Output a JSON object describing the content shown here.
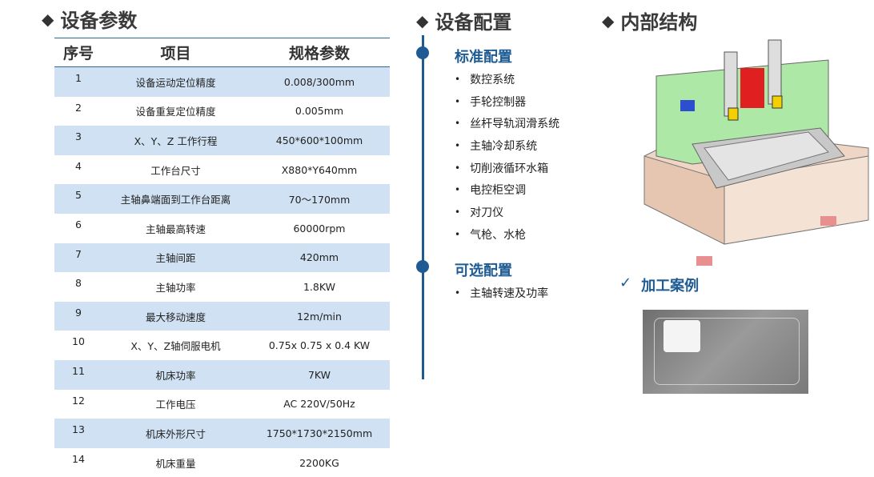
{
  "params": {
    "title": "设备参数",
    "headers": [
      "序号",
      "项目",
      "规格参数"
    ],
    "rows": [
      [
        "1",
        "设备运动定位精度",
        "0.008/300mm"
      ],
      [
        "2",
        "设备重复定位精度",
        "0.005mm"
      ],
      [
        "3",
        "X、Y、Z 工作行程",
        "450*600*100mm"
      ],
      [
        "4",
        "工作台尺寸",
        "X880*Y640mm"
      ],
      [
        "5",
        "主轴鼻端面到工作台距离",
        "70～170mm"
      ],
      [
        "6",
        "主轴最高转速",
        "60000rpm"
      ],
      [
        "7",
        "主轴间距",
        "420mm"
      ],
      [
        "8",
        "主轴功率",
        "1.8KW"
      ],
      [
        "9",
        "最大移动速度",
        "12m/min"
      ],
      [
        "10",
        "X、Y、Z轴伺服电机",
        "0.75x 0.75 x 0.4 KW"
      ],
      [
        "11",
        "机床功率",
        "7KW"
      ],
      [
        "12",
        "工作电压",
        "AC 220V/50Hz"
      ],
      [
        "13",
        "机床外形尺寸",
        "1750*1730*2150mm"
      ],
      [
        "14",
        "机床重量",
        "2200KG"
      ]
    ]
  },
  "config": {
    "title": "设备配置",
    "standard_title": "标准配置",
    "standard": [
      "数控系统",
      "手轮控制器",
      "丝杆导轨润滑系统",
      "主轴冷却系统",
      "切削液循环水箱",
      "电控柜空调",
      "对刀仪",
      "气枪、水枪"
    ],
    "optional_title": "可选配置",
    "optional": [
      "主轴转速及功率"
    ]
  },
  "structure": {
    "title": "内部结构",
    "case_title": "加工案例"
  }
}
